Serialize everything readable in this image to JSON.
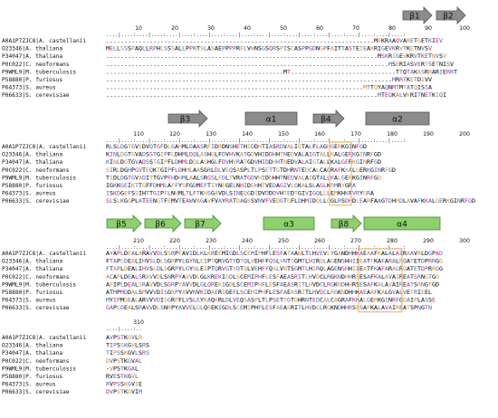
{
  "species": [
    "A0A1P7ZJC8|A. castellanii",
    "O23346|A. thaliana",
    "P34047|A. thaliana",
    "P0C022|C. neoformans",
    "P9WML9|M. tuberculosis",
    "P58880|P. furiosus",
    "P64373|S. aureus",
    "P06633|S. cerevisiae"
  ],
  "blocks": [
    {
      "start": 1,
      "ticks": [
        "10",
        "20",
        "30",
        "40",
        "50",
        "60",
        "70",
        "80",
        "90",
        "100"
      ],
      "structures": [
        {
          "type": "strand",
          "label": "β1"
        },
        {
          "type": "strand",
          "label": "β2"
        }
      ],
      "rows": [
        "..........................................................................MEKRAAQVARETGETKIEV",
        "MELLSSSPAQLLRPHLSSSALLPPRTSLASAEPPPPRFLVWNSGSQRSPISCASPPGDNGPFAITTASTEIEAKRIGEVKRVTKETNVSV",
        "...........................................................................MSKRIGEVKRVTKETNVSV",
        "..............................................................................MSERIASVERTSETNISV",
        ".................................................MT.............................TTQTAKASRRARIERRT",
        "...............................................................................MRRTKETDIVV",
        ".......................................................................MTTQYAQNMTMTATQISIA",
        "...........................................................................MTEQKALVKRITNETKIQI"
      ]
    },
    {
      "start": 101,
      "ticks": [
        "110",
        "120",
        "130",
        "140",
        "150",
        "160",
        "170",
        "180",
        "190",
        "200"
      ],
      "structures": [
        {
          "type": "strand",
          "label": "β3"
        },
        {
          "type": "helix",
          "label": "α1"
        },
        {
          "type": "strand",
          "label": "β4"
        },
        {
          "type": "helix",
          "label": "α2"
        }
      ],
      "rows": [
        "RLSLDGTGVSDVQTGFDLGAHMLDAASRFIDRDNSHETHIDDHTIASRDVALIGTALFLAGHGERKGINFGD",
        "KINLDGTGVADSSTGIPFLDHMLDQLASHGLFDVHVKATGDVHIDDHHTNEDVALAIGTALLKALGERKGINRFGD",
        "KINLDGTGVADSSTGIPFLDHMLDQLASHGLFDVHVRATGDVHIDDHHTNEDVALAIGTALLKALGERKGINRFGD",
        "SIRLDGHPGVTEQKTGIPFLDHMLAASGRLDLVEQSASPLTLPSETTGTDHRNTEDCALCAGRAFKKALGERKGINRFGD",
        "TIDLDGTGVADITTGVPFHDHMLAALSRGSLFDLTVRATGDVHIDDHHTNEDVALAIGTALLKALGERKGINRFGD",
        "IGKKGEIKTTGFFDHMLAFFYSFGDMEFTIYNEGELNHIDEHHTVEDAGIVLGKALSLAGLKRMRYGRA",
        "ISKDGEFSSIHTTGIPFLNHMLTLFTKHSGAVDLSINEQGDIDVDDDVHTEDTGIVIGQLLLEMKHKFVRYGRA",
        "SLSLKGGPLATEENGTFEMVTEAWVAGAVFVAYRATDAGSSVNVFVEDGTGFLDHMIDQLLGGLRSDHDLEARFAAGTDHRDLAVAFKKALGERKGINRFGD"
      ]
    },
    {
      "start": 201,
      "ticks": [
        "210",
        "220",
        "230",
        "240",
        "250",
        "260",
        "270",
        "280",
        "290",
        "300"
      ],
      "structures": [
        {
          "type": "strand",
          "label": "β5"
        },
        {
          "type": "strand",
          "label": "β6"
        },
        {
          "type": "strand",
          "label": "β7"
        },
        {
          "type": "helix",
          "label": "α3"
        },
        {
          "type": "strand",
          "label": "β8"
        },
        {
          "type": "helix",
          "label": "α4"
        }
      ],
      "rows": [
        "AYAPLDEALARAVVDLSSRPFAVIDLKLKREEMIGDLSCEMIPHFLESFATAANLTLHVEVLYGANDHHKAEAAFKALALAIRAAVRLDGPAD",
        "FTAPLDEALIHVSLDLSGRPYLGYNLEIPTQRVGTYDTQLVEHFFQSLVNTSGMTLHIRQLAGENSHHIIEATFKAFARALRQATETDPRRGG",
        "FTAPLDEALIHVSLDLSGRPYLGYNLEIPTQRVGTYDTQLVEHFFQSLVNTSGMTLHIRQLAGENSHHIIEATFKAFARALRQATETDPRRGG",
        "ACAPLDEALSRAVVDLSNRPYAVVDLGLKREKIGDLSCEMIPHFLESFAEASRITLHVDCLRGKNDHHRSESAFKALAVAIREATSRNGTGD",
        "AFIPLDEALSRAVVDLSGRPYAVVDLGLQREKIGDLSCEMIPHFLESFAEASRITLHVDCLRGKNDHHRSESAFKALAVAIREATSRNGTGD",
        "ATMPMDDALSMVVVDISGRPYAVVNVKIDAERIGEFLSCEMIPHFLESFAEASRITLHVDCLRGKNDHHKAEAAFKALGVALVETRIEEL",
        "MYIPMDEALARVVVDISGRPFLVSLEYKAQKRLDLVEQSASPLTLPSETTGTDHRNTEDCALCAGRAFKKALGERKGINRFGDAIPLASSE",
        "GAPLDEALSRAVVDLSNRPYAVVELGLQREKIGDLSCEMIPHFLESFAEASRITLHVDCLRGKNDHHRSESAFKALAVAIREATSPNGTN"
      ]
    },
    {
      "start": 301,
      "ticks": [
        "310"
      ],
      "structures": [],
      "rows": [
        "AVPSTKGVLR",
        "TIPSSKGVLSRS",
        "TIPSSKGVLSRS",
        "DVPSTKGVAL",
        "-VPSTKGAL",
        "RVESTKGVL",
        "RVPSSKGVIE",
        "DVPSTKGVIM"
      ]
    }
  ],
  "colors": {
    "conserved": "#000000",
    "similar": "#3b63c4",
    "variable": "#d4812a",
    "highlight": "#d4147a",
    "box": "#e8a347",
    "shape_fill": "#8c8c8c",
    "shape_stroke": "#555555",
    "helix_green": "#8fcf6e",
    "helix_green_stroke": "#3f8a2a"
  }
}
